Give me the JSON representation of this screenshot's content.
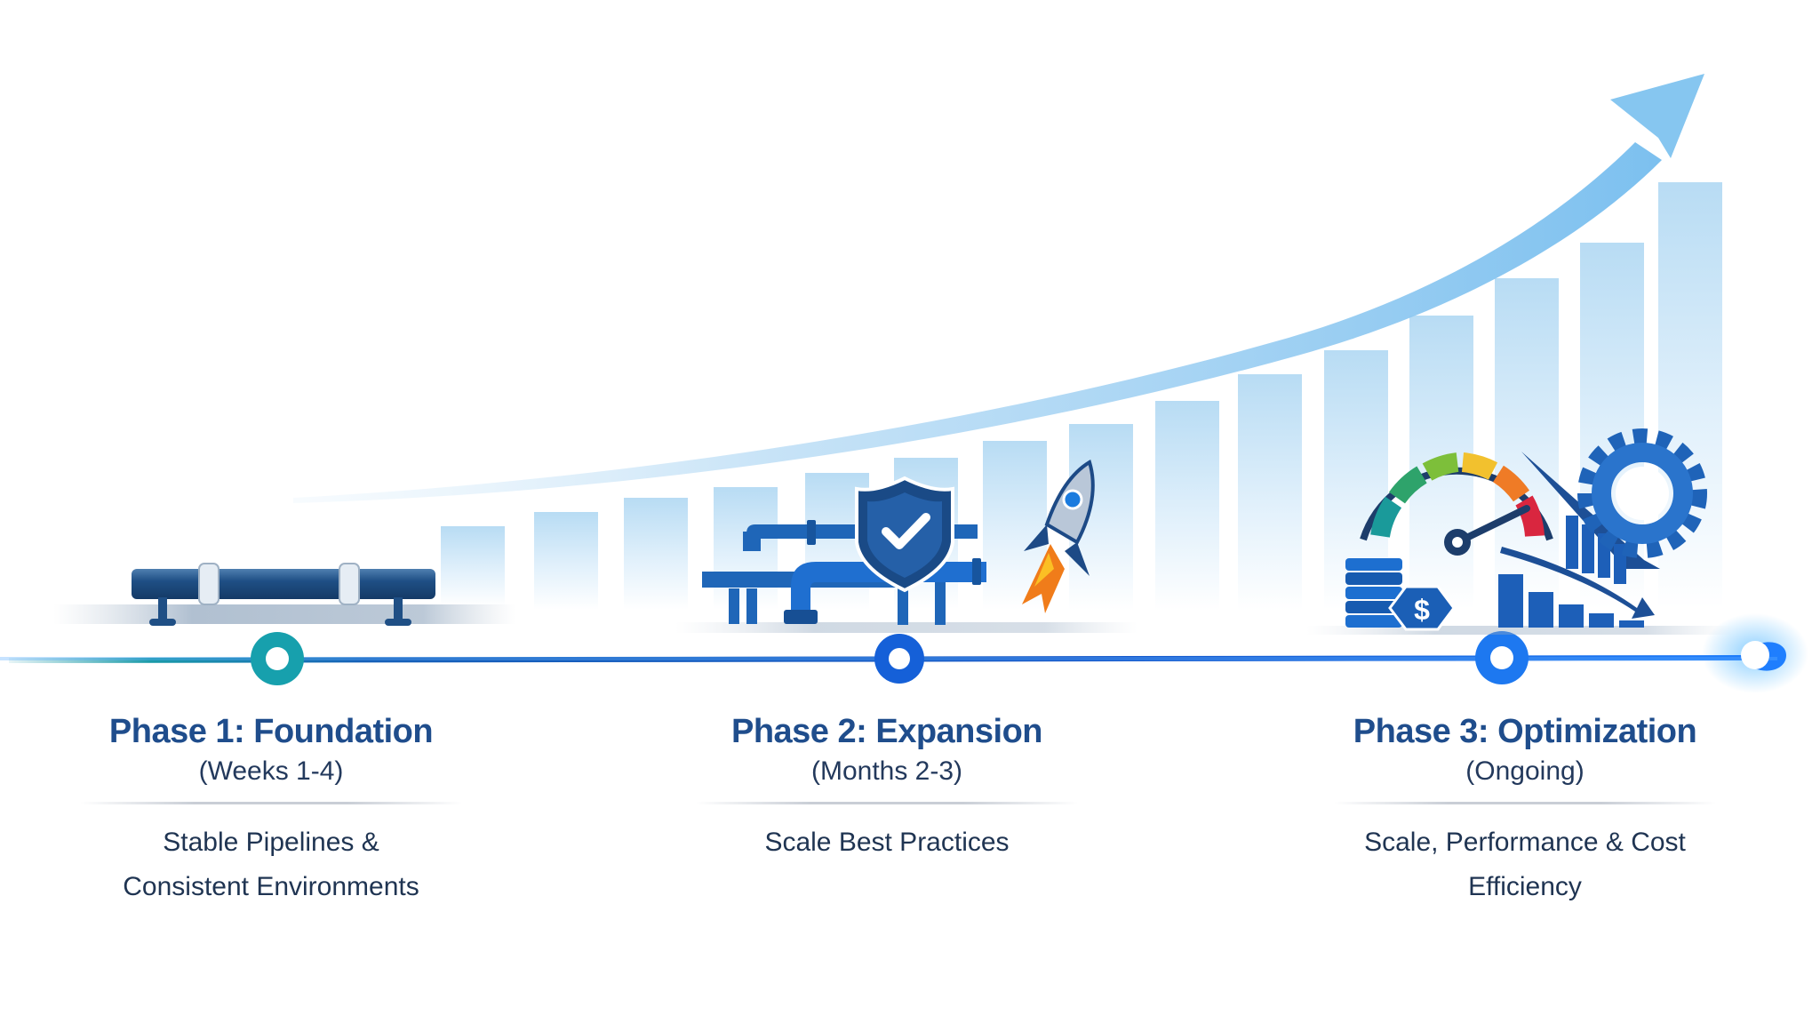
{
  "diagram": {
    "type": "phased-roadmap-timeline",
    "colors": {
      "title": "#1f4d8c",
      "text": "#1f3452",
      "timeline_start": "#1a9aa8",
      "timeline_mid": "#1557c0",
      "timeline_end": "#2f8cff",
      "background_bars": "#a9d4f2",
      "growth_arrow": "#7fc0ee"
    },
    "background": {
      "growth_arrow_icon": "trend-up-arrow-icon",
      "bars_count": 15
    },
    "phases": [
      {
        "title": "Phase 1: Foundation",
        "period": "(Weeks 1-4)",
        "description_lines": [
          "Stable Pipelines &",
          "Consistent Environments"
        ],
        "icon": "pipeline-icon"
      },
      {
        "title": "Phase 2: Expansion",
        "period": "(Months 2-3)",
        "description_lines": [
          "Scale Best Practices"
        ],
        "icon": "pipes-shield-rocket-icon"
      },
      {
        "title": "Phase 3: Optimization",
        "period": "(Ongoing)",
        "description_lines": [
          "Scale, Performance & Cost Efficiency"
        ],
        "icon": "gauge-cost-gear-icon"
      }
    ]
  }
}
